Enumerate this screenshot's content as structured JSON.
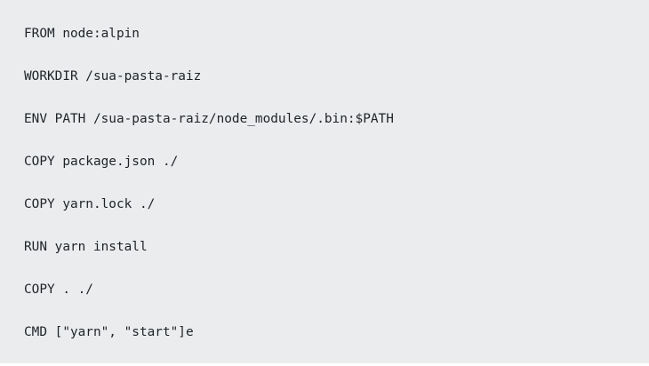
{
  "code": {
    "lines": [
      "FROM node:alpin",
      "WORKDIR /sua-pasta-raiz",
      "ENV PATH /sua-pasta-raiz/node_modules/.bin:$PATH",
      "COPY package.json ./",
      "COPY yarn.lock ./",
      "RUN yarn install",
      "COPY . ./",
      "CMD [\"yarn\", \"start\"]e"
    ]
  },
  "colors": {
    "background": "#eaecee",
    "text": "#1f2328"
  }
}
